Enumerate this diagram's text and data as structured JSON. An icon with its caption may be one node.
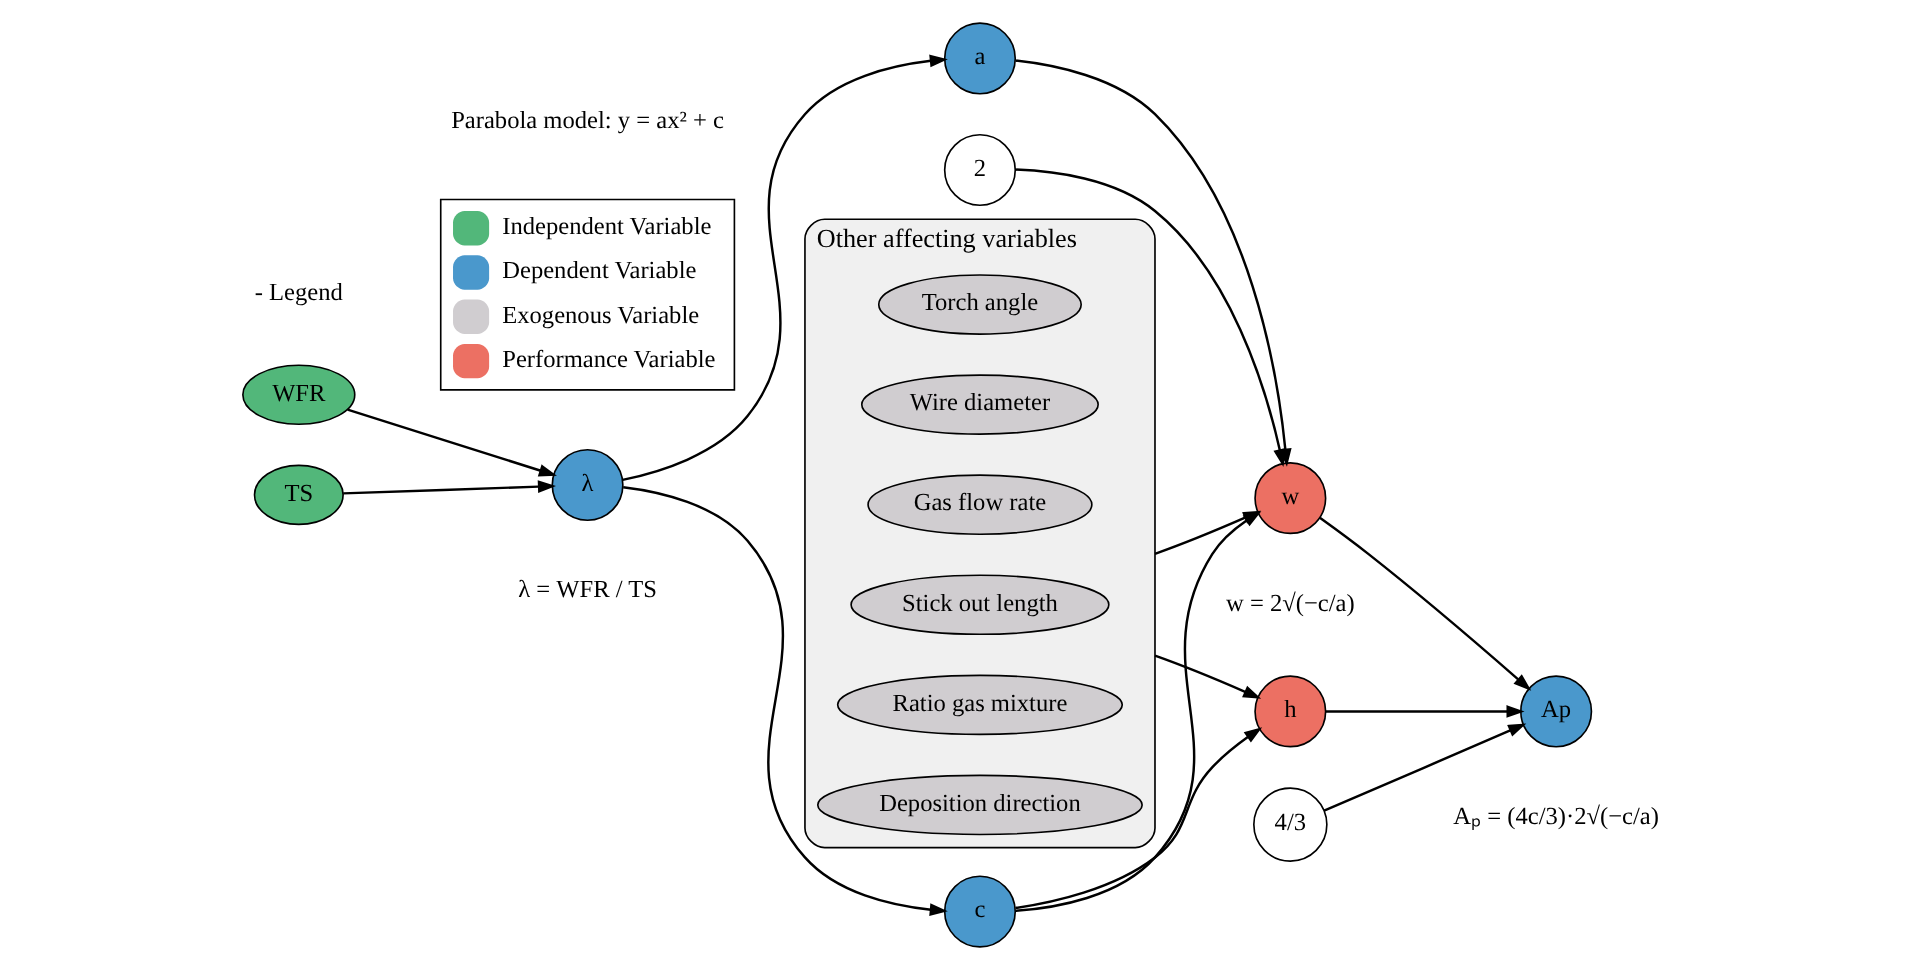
{
  "diagram": {
    "nodes": [
      {
        "text": [
          "Other affecting variables"
        ]
      },
      {
        "text": [
          "Torch angle"
        ],
        "in": 0
      },
      {
        "text": [
          "Wire diameter"
        ],
        "in": 0
      },
      {
        "text": [
          "Gas flow rate"
        ],
        "in": 0
      },
      {
        "text": [
          "Stick out length"
        ],
        "in": 0
      },
      {
        "text": [
          "Ratio gas mixture"
        ],
        "in": 0
      },
      {
        "text": [
          "Deposition direction"
        ],
        "in": 0
      },
      {
        "text": [
          "WFR"
        ]
      },
      {
        "text": [
          "TS"
        ]
      },
      {
        "text": [
          "λ"
        ],
        "beside": [
          "λ = WFR / TS"
        ]
      },
      {
        "text": [
          "c"
        ]
      },
      {
        "text": [
          "a"
        ]
      },
      {
        "text": [
          "h"
        ]
      },
      {
        "text": [
          "w"
        ],
        "beside": [
          "w = 2√(−c/a)"
        ]
      },
      {
        "text": [
          "2"
        ]
      },
      {
        "text": [
          "4/3"
        ]
      },
      {
        "text": [
          "Ap"
        ],
        "beside": [
          "Aₚ = (4c/3)·2√(−c/a)"
        ]
      }
    ],
    "edges": [
      {
        "from": 0,
        "to": 12,
        "arrow": "to"
      },
      {
        "from": 0,
        "to": 13,
        "arrow": "to"
      },
      {
        "from": 7,
        "to": 9,
        "arrow": "to"
      },
      {
        "from": 8,
        "to": 9,
        "arrow": "to"
      },
      {
        "from": 9,
        "to": 10,
        "arrow": "to"
      },
      {
        "from": 9,
        "to": 11,
        "arrow": "to"
      },
      {
        "from": 10,
        "to": 12,
        "arrow": "to"
      },
      {
        "from": 10,
        "to": 13,
        "arrow": "to"
      },
      {
        "from": 11,
        "to": 13,
        "arrow": "to"
      },
      {
        "from": 14,
        "to": 13,
        "arrow": "to"
      },
      {
        "from": 12,
        "to": 16,
        "arrow": "to"
      },
      {
        "from": 13,
        "to": 16,
        "arrow": "to"
      },
      {
        "from": 15,
        "to": 16,
        "arrow": "to"
      }
    ],
    "labels": [
      "- Legend",
      "Parabola model: y = ax² + c"
    ],
    "legend": [
      {
        "text": "Independent Variable",
        "color": "#52b77a"
      },
      {
        "text": "Dependent Variable",
        "color": "#4a98cc"
      },
      {
        "text": "Exogenous Variable",
        "color": "#d0cdd0"
      },
      {
        "text": "Performance Variable",
        "color": "#ec7063"
      }
    ]
  }
}
